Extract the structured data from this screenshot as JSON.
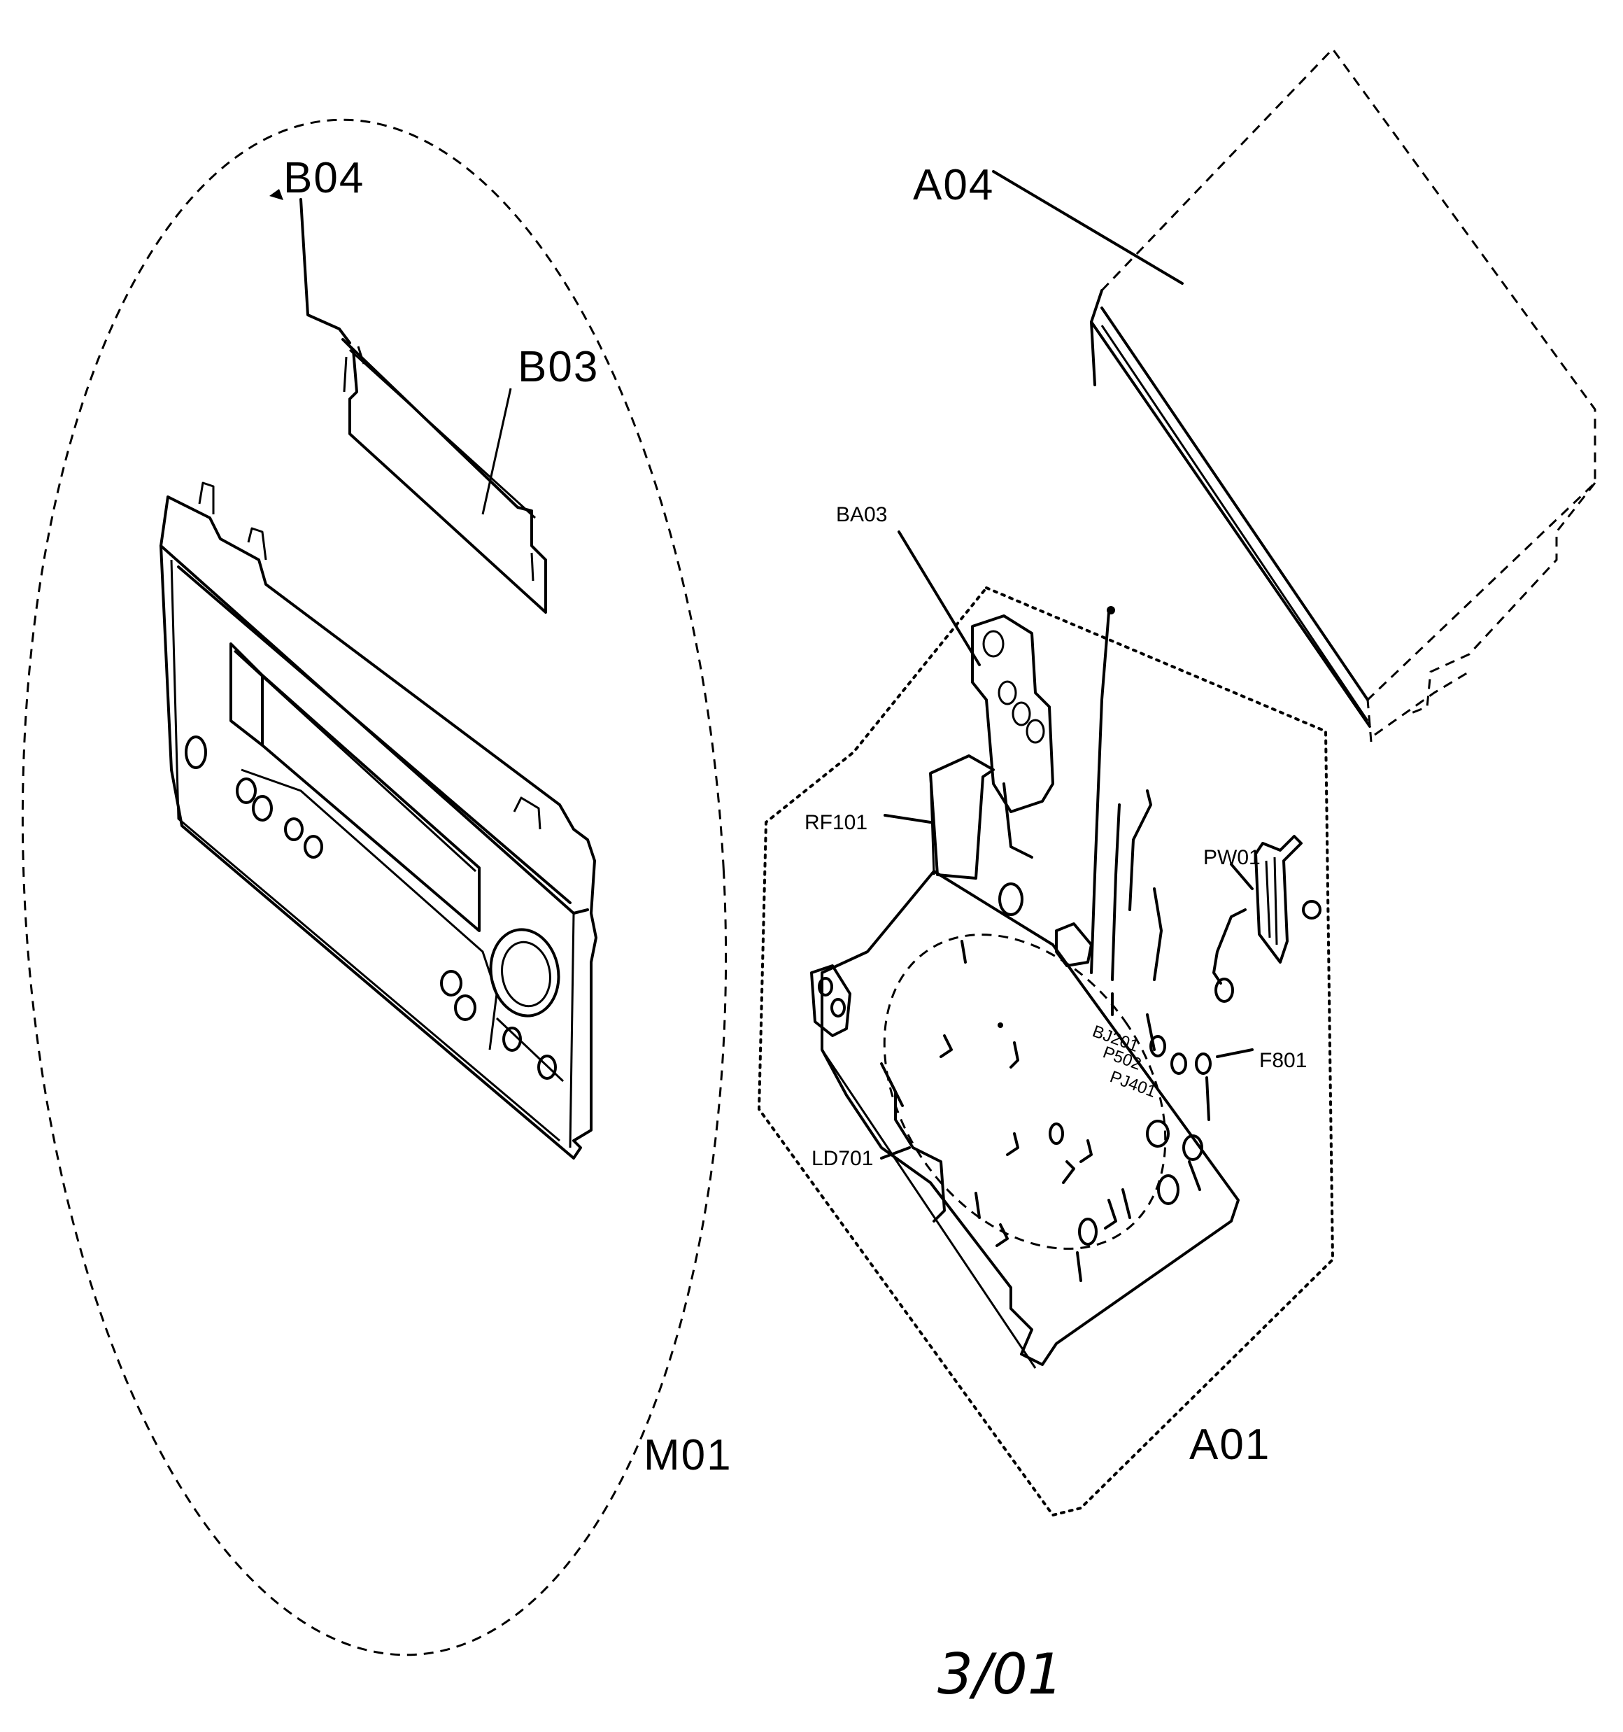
{
  "diagram": {
    "labels": {
      "b04": "B04",
      "b03": "B03",
      "m01": "M01",
      "a04": "A04",
      "ba03": "BA03",
      "rf101": "RF101",
      "pw01": "PW01",
      "f801": "F801",
      "ld701": "LD701",
      "a01": "A01",
      "bj201": "BJ201",
      "p502": "P502",
      "pj401": "PJ401"
    },
    "footer": "3/01"
  }
}
